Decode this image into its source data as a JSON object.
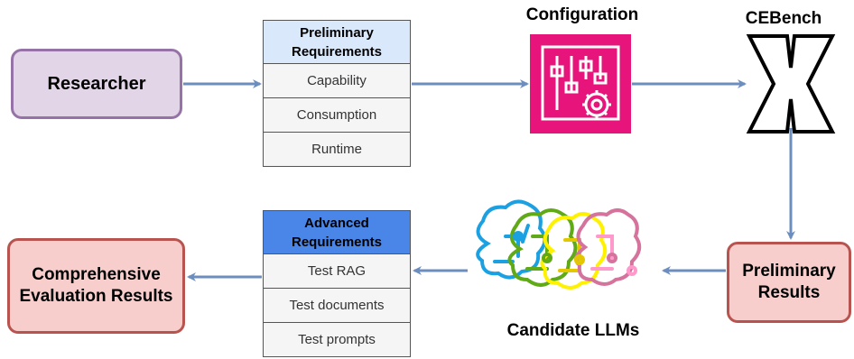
{
  "nodes": {
    "researcher": "Researcher",
    "preliminary_results": "Preliminary Results",
    "comprehensive": "Comprehensive Evaluation Results"
  },
  "preliminary_requirements": {
    "header": "Preliminary Requirements",
    "items": [
      "Capability",
      "Consumption",
      "Runtime"
    ],
    "header_color": "#dae8fc"
  },
  "advanced_requirements": {
    "header": "Advanced Requirements",
    "items": [
      "Test RAG",
      "Test documents",
      "Test prompts"
    ],
    "header_color": "#4a86e8"
  },
  "labels": {
    "configuration": "Configuration",
    "cebench": "CEBench",
    "candidate_llms": "Candidate LLMs"
  },
  "icons": {
    "configuration": "sliders-gear-icon",
    "cebench": "x-logo-icon",
    "candidate_llms": "brain-circuit-icon"
  },
  "colors": {
    "arrow": "#6c8ebf",
    "config_bg": "#e7157b",
    "brain_colors": [
      "#1ba1e2",
      "#60a917",
      "#fff200",
      "#e3c800",
      "#d5739d",
      "#ff99cc"
    ]
  }
}
